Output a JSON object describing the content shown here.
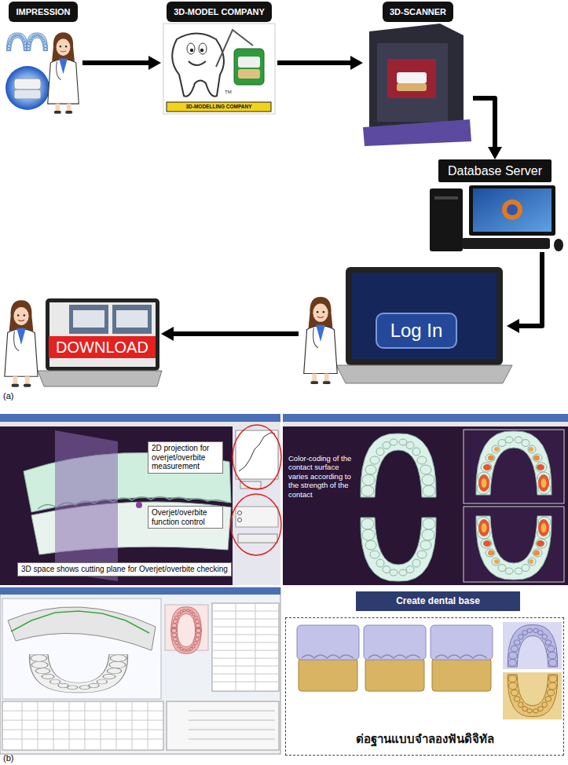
{
  "diagram": {
    "nodes": [
      {
        "text": [
          "IMPRESSION"
        ]
      },
      {
        "text": [
          "3D-MODEL COMPANY"
        ]
      },
      {
        "text": [
          "3D-SCANNER"
        ]
      },
      {
        "text": [
          "Database Server"
        ]
      },
      {
        "text": [
          "Log In"
        ]
      },
      {
        "text": [
          "DOWNLOAD"
        ]
      },
      {
        "text": [
          "2D projection for overjet/overbite measurement"
        ]
      },
      {
        "text": [
          "Overjet/overbite function control"
        ]
      },
      {
        "text": [
          "3D space shows cutting plane for Overjet/overbite checking"
        ]
      },
      {
        "text": [
          "Create dental base"
        ]
      },
      {
        "text": [
          "ต่อฐานแบบจำลองฟันดิจิทัล"
        ]
      }
    ],
    "edges": [
      {
        "from": 0,
        "to": 1,
        "arrow": "to"
      },
      {
        "from": 1,
        "to": 2,
        "arrow": "to"
      },
      {
        "from": 2,
        "to": 3,
        "arrow": "to"
      },
      {
        "from": 3,
        "to": 4,
        "arrow": "to"
      },
      {
        "from": 4,
        "to": 5,
        "arrow": "to"
      }
    ],
    "labels": [
      "3D-MODELLING COMPANY",
      "TM",
      "(a)",
      "Color-coding of the contact surface varies according to the strength of the contact",
      "(b)"
    ]
  }
}
